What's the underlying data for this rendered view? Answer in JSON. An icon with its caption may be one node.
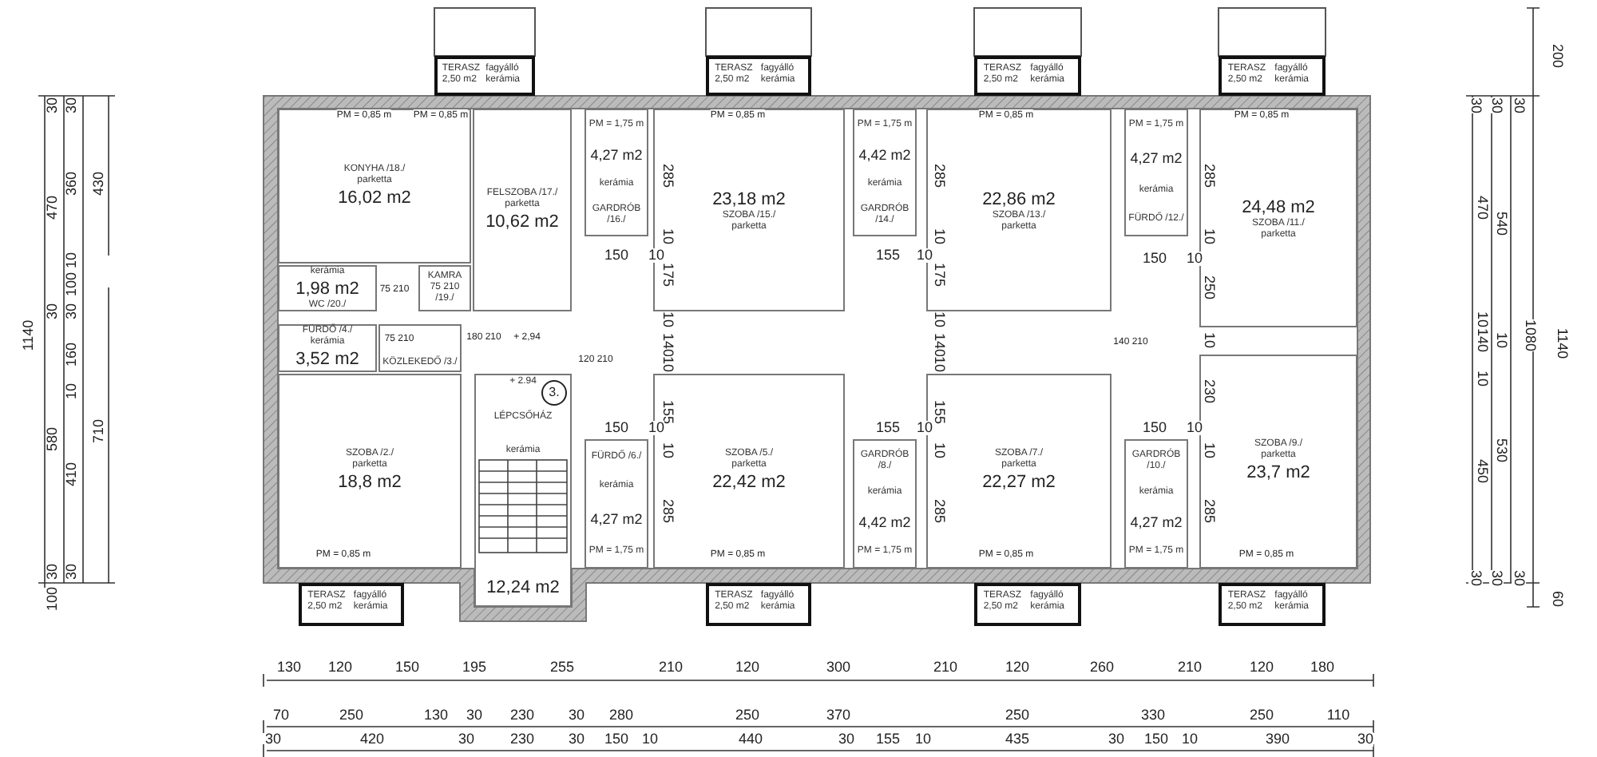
{
  "diagram": {
    "nodes": [
      {
        "text": [
          "TERASZ",
          "2,50 m2",
          "fagyálló kerámia"
        ]
      },
      {
        "text": [
          "TERASZ",
          "2,50 m2",
          "fagyálló kerámia"
        ]
      },
      {
        "text": [
          "TERASZ",
          "2,50 m2",
          "fagyálló kerámia"
        ]
      },
      {
        "text": [
          "TERASZ",
          "2,50 m2",
          "fagyálló kerámia"
        ]
      },
      {
        "text": [
          "KONYHA /18./",
          "parketta",
          "16,02 m2"
        ]
      },
      {
        "text": [
          "FELSZOBA /17./",
          "parketta",
          "10,62 m2"
        ]
      },
      {
        "text": [
          "PM = 1,75 m",
          "4,27 m2",
          "kerámia",
          "GARDRÓB /16./"
        ]
      },
      {
        "text": [
          "23,18 m2",
          "SZOBA /15./",
          "parketta"
        ]
      },
      {
        "text": [
          "PM = 1,75 m",
          "4,42 m2",
          "kerámia",
          "GARDRÓB /14./"
        ]
      },
      {
        "text": [
          "22,86 m2",
          "SZOBA /13./",
          "parketta"
        ]
      },
      {
        "text": [
          "PM = 1,75 m",
          "4,27 m2",
          "kerámia",
          "FÜRDŐ /12./"
        ]
      },
      {
        "text": [
          "24,48 m2",
          "SZOBA /11./",
          "parketta"
        ]
      },
      {
        "text": [
          "kerámia",
          "1,98 m2",
          "WC /20./"
        ]
      },
      {
        "text": [
          "KAMRA",
          "75 210",
          "/19./"
        ]
      },
      {
        "text": [
          "FÜRDŐ /4./",
          "kerámia",
          "3,52 m2"
        ]
      },
      {
        "text": [
          "KÖZLEKEDŐ /3./"
        ]
      },
      {
        "text": [
          "SZOBA /2./",
          "parketta",
          "18,8 m2"
        ]
      },
      {
        "text": [
          "+ 2.94",
          "LÉPCSŐHÁZ",
          "kerámia",
          "12,24 m2"
        ]
      },
      {
        "text": [
          "SZOBA /5./",
          "parketta",
          "22,42 m2"
        ]
      },
      {
        "text": [
          "FÜRDŐ /6./",
          "kerámia",
          "4,27 m2",
          "PM = 1,75 m"
        ]
      },
      {
        "text": [
          "GARDRÓB /8./",
          "kerámia",
          "4,42 m2",
          "PM = 1,75 m"
        ]
      },
      {
        "text": [
          "SZOBA /7./",
          "parketta",
          "22,27 m2"
        ]
      },
      {
        "text": [
          "GARDRÓB /10./",
          "kerámia",
          "4,27 m2",
          "PM = 1,75 m"
        ]
      },
      {
        "text": [
          "SZOBA /9./",
          "parketta",
          "23,7 m2"
        ]
      },
      {
        "text": [
          "TERASZ",
          "2,50 m2",
          "fagyálló kerámia"
        ]
      },
      {
        "text": [
          "TERASZ",
          "2,50 m2",
          "fagyálló kerámia"
        ]
      },
      {
        "text": [
          "TERASZ",
          "2,50 m2",
          "fagyálló kerámia"
        ]
      },
      {
        "text": [
          "TERASZ",
          "2,50 m2",
          "fagyálló kerámia"
        ]
      }
    ],
    "labels": [
      "200",
      "30",
      "30",
      "30",
      "30",
      "30",
      "PM = 0,85 m",
      "PM = 0,85 m",
      "PM = 0,85 m",
      "PM = 0,85 m",
      "PM = 0,85 m",
      "470",
      "360",
      "430",
      "285",
      "285",
      "285",
      "470",
      "540",
      "10",
      "100",
      "75 210",
      "150",
      "10",
      "10",
      "175",
      "155",
      "10",
      "10",
      "175",
      "150",
      "10",
      "10",
      "250",
      "1140",
      "30",
      "30",
      "160",
      "75 210",
      "180 210",
      "+ 2,94",
      "120 210",
      "10",
      "140",
      "10",
      "140",
      "140 210",
      "10",
      "10",
      "140",
      "10",
      "1080",
      "1140",
      "10",
      "10",
      "155",
      "10",
      "155",
      "230",
      "10",
      "580",
      "410",
      "710",
      "3.",
      "150",
      "10",
      "10",
      "155",
      "10",
      "10",
      "150",
      "10",
      "10",
      "450",
      "530",
      "285",
      "285",
      "285",
      "PM = 0,85 m",
      "PM = 0,85 m",
      "PM = 0,85 m",
      "PM = 0,85 m",
      "30",
      "30",
      "30",
      "30",
      "30",
      "100",
      "60",
      "130",
      "120",
      "150",
      "195",
      "255",
      "210",
      "120",
      "300",
      "210",
      "120",
      "260",
      "210",
      "120",
      "180",
      "70",
      "250",
      "130",
      "30",
      "230",
      "30",
      "280",
      "250",
      "370",
      "250",
      "330",
      "250",
      "110",
      "30",
      "420",
      "30",
      "230",
      "30",
      "150",
      "10",
      "440",
      "30",
      "155",
      "10",
      "435",
      "30",
      "150",
      "10",
      "390",
      "30"
    ]
  }
}
